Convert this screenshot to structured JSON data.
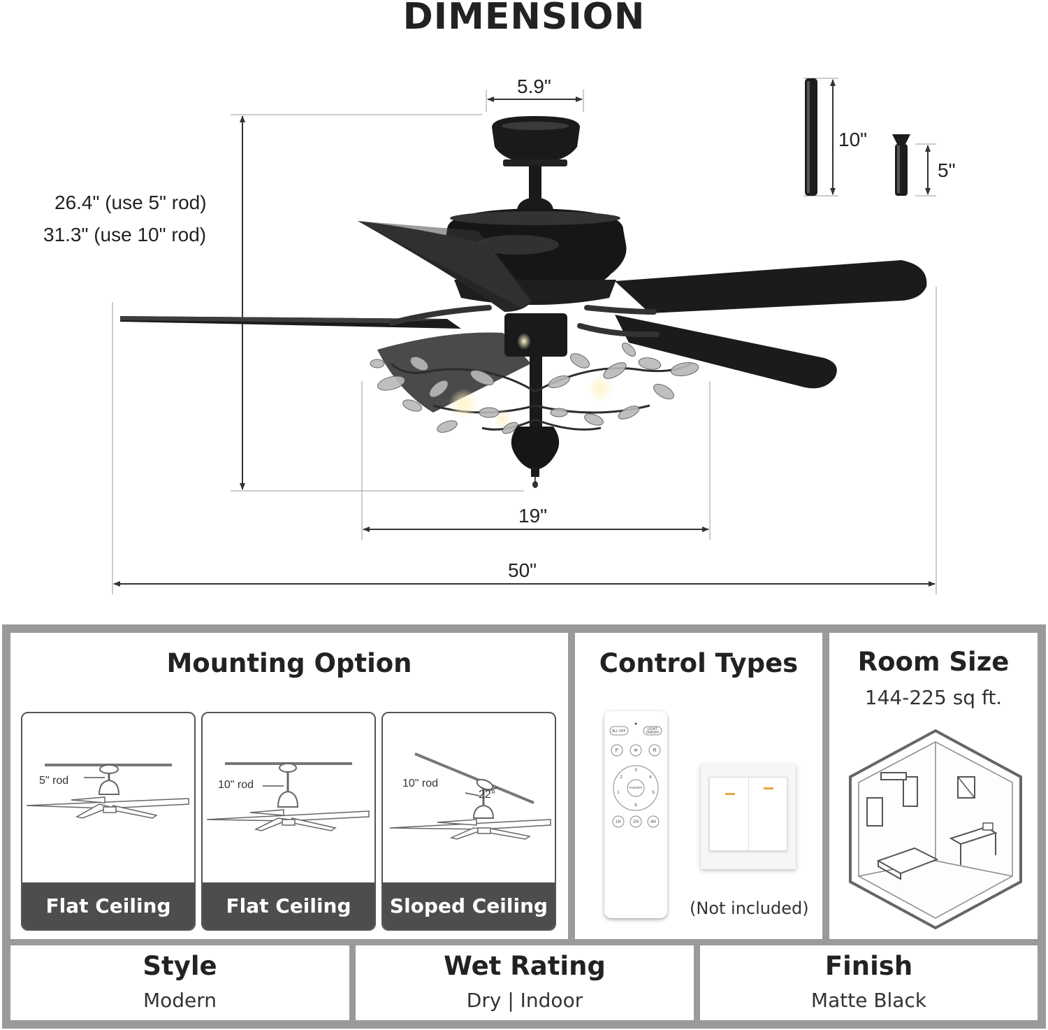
{
  "title": "DIMENSION",
  "dimensions": {
    "canopy_width": "5.9\"",
    "height_short": "26.4\" (use 5\" rod)",
    "height_long": "31.3\" (use 10\" rod)",
    "light_width": "19\"",
    "blade_span": "50\"",
    "rod_long": "10\"",
    "rod_short": "5\""
  },
  "mounting": {
    "heading": "Mounting Option",
    "options": [
      {
        "label": "Flat Ceiling",
        "rod": "5\" rod"
      },
      {
        "label": "Flat Ceiling",
        "rod": "10\" rod"
      },
      {
        "label": "Sloped Ceiling",
        "rod": "10\" rod",
        "angle": "22°"
      }
    ]
  },
  "control": {
    "heading": "Control Types",
    "note": "(Not included)",
    "remote_buttons": [
      "ALL OFF",
      "LIGHT ON/OFF",
      "F",
      "R",
      "1",
      "2",
      "3",
      "4",
      "5",
      "6",
      "FAN/OFF",
      "1H",
      "2H",
      "4H"
    ]
  },
  "room": {
    "heading": "Room Size",
    "value": "144-225 sq ft."
  },
  "specs": [
    {
      "heading": "Style",
      "value": "Modern"
    },
    {
      "heading": "Wet Rating",
      "value": "Dry | Indoor"
    },
    {
      "heading": "Finish",
      "value": "Matte Black"
    }
  ],
  "colors": {
    "frame": "#9a9a9a",
    "label_bg": "#4d4d4d",
    "switch_accent": "#e8a33c"
  }
}
